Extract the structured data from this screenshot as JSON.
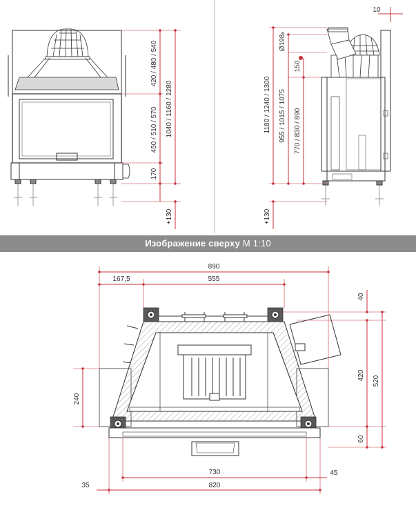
{
  "banner": {
    "title_bold": "Изображение сверху",
    "scale": "M 1:10"
  },
  "front_view": {
    "heights_top": "420 / 480 / 540",
    "heights_door": "450 / 510 / 570",
    "heights_total": "1040 / 1160 / 1280",
    "base": "170",
    "offset": "+130"
  },
  "side_view": {
    "gap": "10",
    "flue": "Ø198",
    "flue_sub": "a",
    "flue_gap": "150",
    "total": "1180 / 1240 / 1300",
    "mid": "955 / 1015 / 1075",
    "lower": "770 / 830 / 890",
    "offset": "+130"
  },
  "top_view": {
    "w_total": "890",
    "w_left": "167,5",
    "w_inner": "555",
    "d_top": "40",
    "d_mid": "420",
    "d_total": "520",
    "d_bottom": "60",
    "d_left": "240",
    "w_bottom_inner": "730",
    "w_bottom_total": "820",
    "off_left": "35",
    "off_right": "45"
  },
  "colors": {
    "dimension": "#c8323c",
    "line": "#333333",
    "banner": "#8c8c8c"
  }
}
